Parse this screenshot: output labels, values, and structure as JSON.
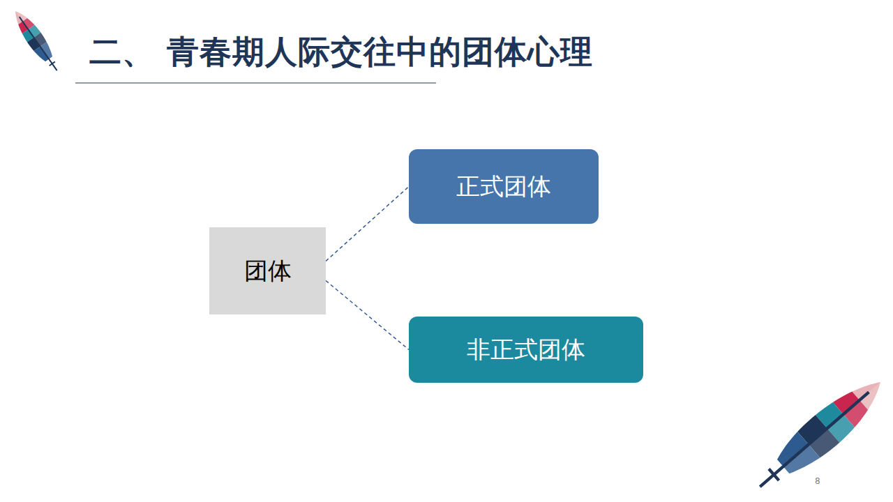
{
  "diagram": {
    "title": "二、 青春期人际交往中的团体心理",
    "nodes": [
      {
        "text": [
          "团体"
        ]
      },
      {
        "text": [
          "正式团体"
        ]
      },
      {
        "text": [
          "非正式团体"
        ]
      }
    ],
    "edges": [
      {
        "from": 0,
        "to": 1,
        "arrow": "none"
      },
      {
        "from": 0,
        "to": 2,
        "arrow": "none"
      }
    ],
    "labels": [
      "8"
    ]
  }
}
